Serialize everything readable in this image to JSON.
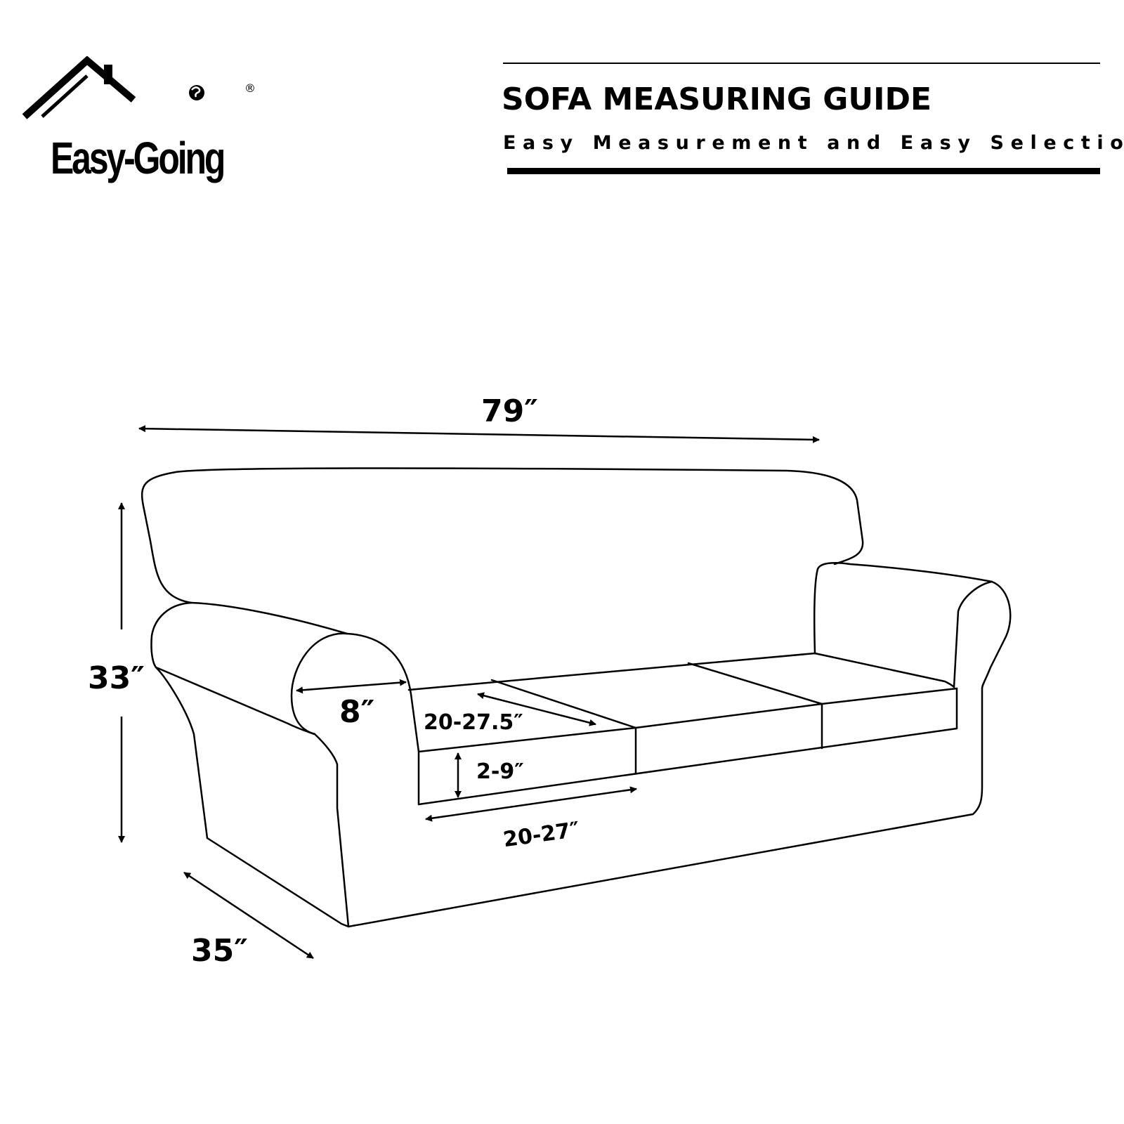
{
  "brand": {
    "logo_text": "Easy-Going",
    "registered_mark": "®"
  },
  "header": {
    "title": "SOFA MEASURING GUIDE",
    "subtitle": "Easy Measurement and Easy Selection"
  },
  "dimensions": {
    "width": "79″",
    "height": "33″",
    "depth": "35″",
    "arm_width": "8″",
    "seat_depth": "20-27.5″",
    "cushion_thickness": "2-9″",
    "seat_width": "20-27″"
  },
  "colors": {
    "ink": "#000000",
    "background": "#ffffff"
  },
  "icons": [
    "house-roof-icon",
    "globe-icon",
    "arrow-icon"
  ]
}
